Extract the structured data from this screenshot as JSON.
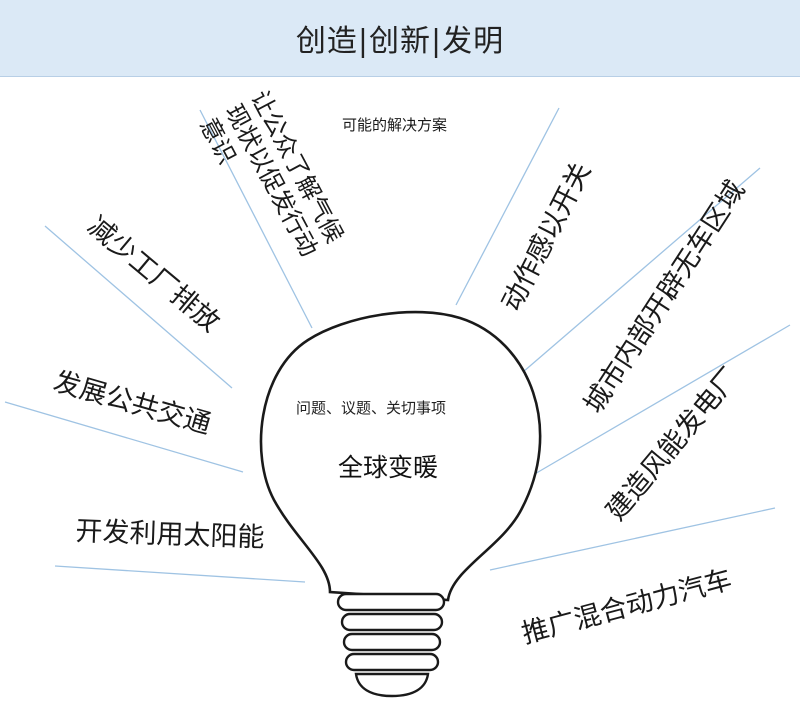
{
  "header": {
    "title": "创造|创新|发明"
  },
  "center": {
    "caption": "问题、议题、关切事项",
    "topic": "全球变暖"
  },
  "solutions_heading": "可能的解决方案",
  "solutions": [
    {
      "label": "让公众了解气候现状以促发行动意识"
    },
    {
      "label": "减少工厂排放"
    },
    {
      "label": "发展公共交通"
    },
    {
      "label": "开发利用太阳能"
    },
    {
      "label": "动作感以开关"
    },
    {
      "label": "城市内部开辟无车区域"
    },
    {
      "label": "建造风能发电厂"
    },
    {
      "label": "推广混合动力汽车"
    }
  ],
  "colors": {
    "header_bg": "#dbe9f6",
    "spoke": "#9fc3e3",
    "outline": "#1a1a1a"
  }
}
